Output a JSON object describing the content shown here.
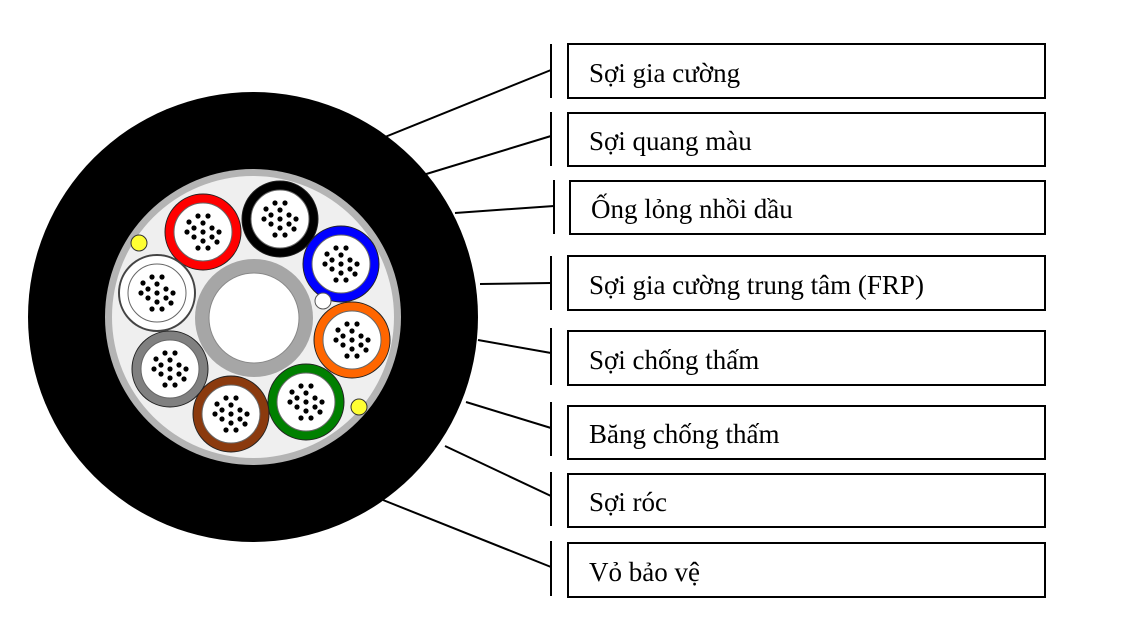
{
  "labels": [
    {
      "id": "soi-gia-cuong",
      "text": "Sợi gia cường"
    },
    {
      "id": "soi-quang-mau",
      "text": "Sợi quang màu"
    },
    {
      "id": "ong-long-nhoi-dau",
      "text": "Ống lỏng nhồi dầu"
    },
    {
      "id": "soi-gia-cuong-trung-tam",
      "text": "Sợi gia cường trung tâm (FRP)"
    },
    {
      "id": "soi-chong-tham",
      "text": "Sợi chống thấm"
    },
    {
      "id": "bang-chong-tham",
      "text": "Băng chống thấm"
    },
    {
      "id": "soi-roc",
      "text": "Sợi róc"
    },
    {
      "id": "vo-bao-ve",
      "text": "Vỏ bảo vệ"
    }
  ],
  "colors": {
    "sheath": "#000000",
    "tape": "#b4b4b4",
    "filler": "#efefef",
    "central_member_ring": "#a6a6a6",
    "ripcord": "#ffff33",
    "fiber": "#000000",
    "tubes": [
      "#ff0000",
      "#000000",
      "#0000ff",
      "#ff6600",
      "#008000",
      "#8b3a0e",
      "#808080",
      "#ffffff"
    ]
  }
}
